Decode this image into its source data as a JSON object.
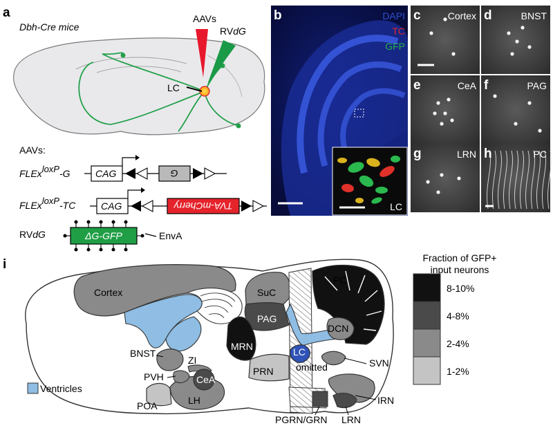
{
  "panel_a": {
    "letter": "a",
    "mouse_line": "Dbh-Cre mice",
    "aavs_label": "AAVs",
    "rv_prefix": "RV",
    "rv_italic": "dG",
    "lc_label": "LC",
    "aavs_list_label": "AAVs:",
    "flex_g": {
      "base": "FLEx",
      "sup": "loxP",
      "suffix": "-G"
    },
    "flex_tc": {
      "base": "FLEx",
      "sup": "loxP",
      "suffix": "-TC"
    },
    "cag": "CAG",
    "g_gene": "G",
    "tva_gene": "TVA-mCherry",
    "rvdg_prefix": "RV",
    "rvdg_italic": "dG",
    "delta_g_gfp": "ΔG-GFP",
    "enva": "EnvA",
    "colors": {
      "rv_needle": "#1a9a47",
      "aav_needle": "#e8182c",
      "tva_box": "#e5232b",
      "gfp_box": "#1f9e45",
      "tract": "#23a04a"
    }
  },
  "panel_b": {
    "letter": "b",
    "dapi": "DAPI",
    "tc": "TC",
    "gfp": "GFP",
    "inset_label": "LC",
    "colors": {
      "dapi": "#2f4fd0",
      "tc": "#e0202a",
      "gfp": "#25b04c"
    }
  },
  "micro_panels": [
    {
      "letter": "c",
      "region": "Cortex"
    },
    {
      "letter": "d",
      "region": "BNST"
    },
    {
      "letter": "e",
      "region": "CeA"
    },
    {
      "letter": "f",
      "region": "PAG"
    },
    {
      "letter": "g",
      "region": "LRN"
    },
    {
      "letter": "h",
      "region": "PC"
    }
  ],
  "panel_i": {
    "letter": "i",
    "legend_title_1": "Fraction of GFP+",
    "legend_title_2": "input neurons",
    "legend": [
      {
        "label": "8-10%",
        "color": "#111111"
      },
      {
        "label": "4-8%",
        "color": "#4a4a4a"
      },
      {
        "label": "2-4%",
        "color": "#8a8a8a"
      },
      {
        "label": "1-2%",
        "color": "#c4c4c4"
      }
    ],
    "ventricles_label": "Ventricles",
    "ventricle_color": "#8fbde3",
    "lc_color": "#2f53b8",
    "regions": {
      "cortex": "Cortex",
      "suc": "SuC",
      "pc": "PC",
      "pag": "PAG",
      "mrn": "MRN",
      "lc": "LC",
      "omitted": "omitted",
      "dcn": "DCN",
      "svn": "SVN",
      "bnst": "BNST",
      "zi": "ZI",
      "pvh": "PVH",
      "cea": "CeA",
      "lh": "LH",
      "poa": "POA",
      "prn": "PRN",
      "pgrn": "PGRN/GRN",
      "lrn": "LRN",
      "irn": "IRN"
    }
  }
}
